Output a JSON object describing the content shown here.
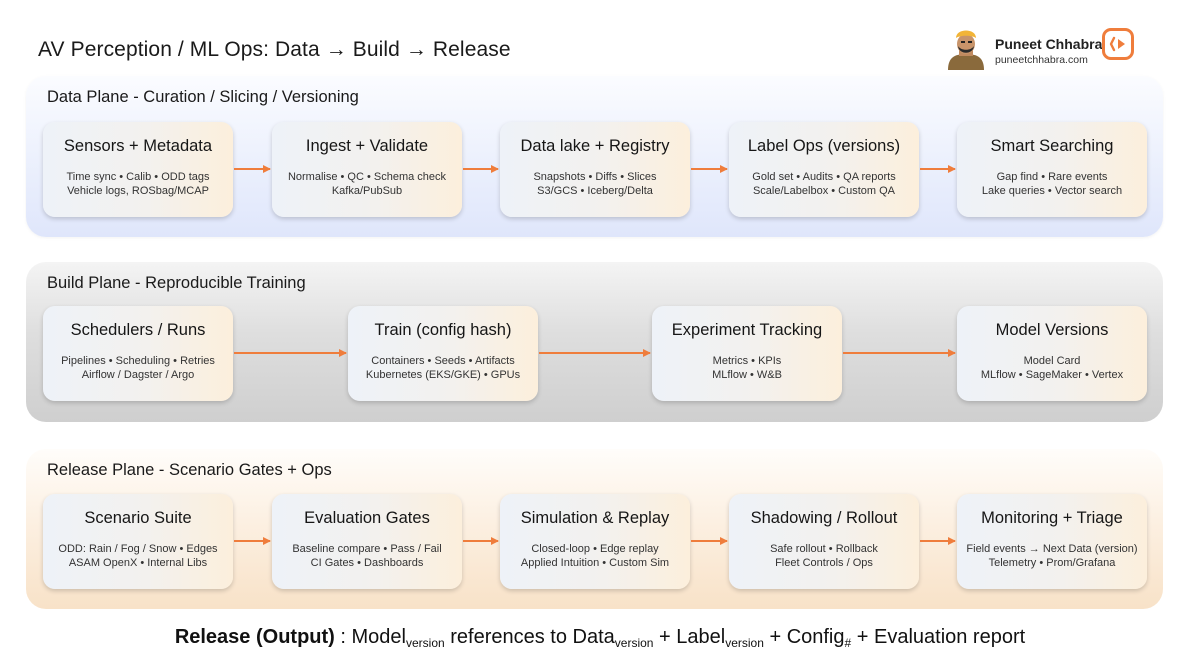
{
  "title": "AV Perception / ML Ops: Data → Build → Release",
  "author": {
    "name": "Puneet Chhabra",
    "site": "puneetchhabra.com"
  },
  "colors": {
    "accent": "#ef7d3c",
    "data_plane": "#dfe6fb",
    "build_plane": "#cfcfcf",
    "release_plane": "#f8e2c8"
  },
  "icons": {
    "avatar": "person-avatar-icon",
    "logo": "play-bracket-logo-icon",
    "arrow": "arrow-right-icon"
  },
  "planes": [
    {
      "title": "Data Plane - Curation / Slicing / Versioning",
      "cards": [
        {
          "title": "Sensors + Metadata",
          "line1": "Time sync • Calib • ODD tags",
          "line2": "Vehicle logs, ROSbag/MCAP"
        },
        {
          "title": "Ingest + Validate",
          "line1": "Normalise • QC • Schema check",
          "line2": "Kafka/PubSub"
        },
        {
          "title": "Data lake + Registry",
          "line1": "Snapshots • Diffs • Slices",
          "line2": "S3/GCS • Iceberg/Delta"
        },
        {
          "title": "Label Ops (versions)",
          "line1": "Gold set • Audits • QA reports",
          "line2": "Scale/Labelbox • Custom QA"
        },
        {
          "title": "Smart Searching",
          "line1": "Gap find • Rare events",
          "line2": "Lake queries • Vector search"
        }
      ]
    },
    {
      "title": "Build Plane - Reproducible Training",
      "cards": [
        {
          "title": "Schedulers / Runs",
          "line1": "Pipelines • Scheduling • Retries",
          "line2": "Airflow / Dagster / Argo"
        },
        {
          "title": "Train (config hash)",
          "line1": "Containers • Seeds • Artifacts",
          "line2": "Kubernetes (EKS/GKE) • GPUs"
        },
        {
          "title": "Experiment Tracking",
          "line1": "Metrics • KPIs",
          "line2": "MLflow • W&B"
        },
        {
          "title": "Model Versions",
          "line1": "Model Card",
          "line2": "MLflow • SageMaker • Vertex"
        }
      ]
    },
    {
      "title": "Release Plane - Scenario Gates + Ops",
      "cards": [
        {
          "title": "Scenario Suite",
          "line1": "ODD: Rain / Fog / Snow • Edges",
          "line2": "ASAM OpenX • Internal Libs"
        },
        {
          "title": "Evaluation Gates",
          "line1": "Baseline compare • Pass / Fail",
          "line2": "CI Gates • Dashboards"
        },
        {
          "title": "Simulation & Replay",
          "line1": "Closed-loop • Edge replay",
          "line2": "Applied Intuition • Custom Sim"
        },
        {
          "title": "Shadowing / Rollout",
          "line1": "Safe rollout • Rollback",
          "line2": "Fleet Controls / Ops"
        },
        {
          "title": "Monitoring + Triage",
          "line1": "Field events → Next Data (version)",
          "line2": "Telemetry • Prom/Grafana"
        }
      ]
    }
  ],
  "footer": {
    "bold": "Release (Output)",
    "colon": " : ",
    "model": "Model",
    "model_sub": "version",
    "t1": " references to ",
    "data": "Data",
    "data_sub": "version",
    "t2": " + ",
    "label": "Label",
    "label_sub": "version",
    "t3": " + ",
    "config": "Config",
    "config_sub": "#",
    "t4": " + Evaluation report"
  }
}
